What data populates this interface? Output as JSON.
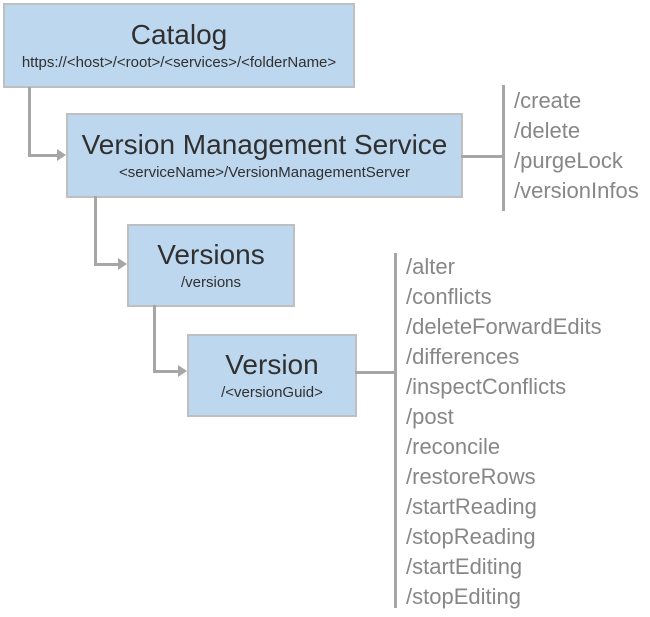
{
  "colors": {
    "box_fill": "#BDD7EE",
    "box_border": "#BFBFBF",
    "connector": "#A6A6A6",
    "title_text": "#303030",
    "ops_text": "#878787"
  },
  "nodes": {
    "catalog": {
      "title": "Catalog",
      "subtitle": "https://<host>/<root>/<services>/<folderName>"
    },
    "vms": {
      "title": "Version Management Service",
      "subtitle": "<serviceName>/VersionManagementServer",
      "operations": [
        "/create",
        "/delete",
        "/purgeLock",
        "/versionInfos"
      ]
    },
    "versions": {
      "title": "Versions",
      "subtitle": "/versions"
    },
    "version": {
      "title": "Version",
      "subtitle": "/<versionGuid>",
      "operations": [
        "/alter",
        "/conflicts",
        "/deleteForwardEdits",
        "/differences",
        "/inspectConflicts",
        "/post",
        "/reconcile",
        "/restoreRows",
        "/startReading",
        "/stopReading",
        "/startEditing",
        "/stopEditing"
      ]
    }
  }
}
